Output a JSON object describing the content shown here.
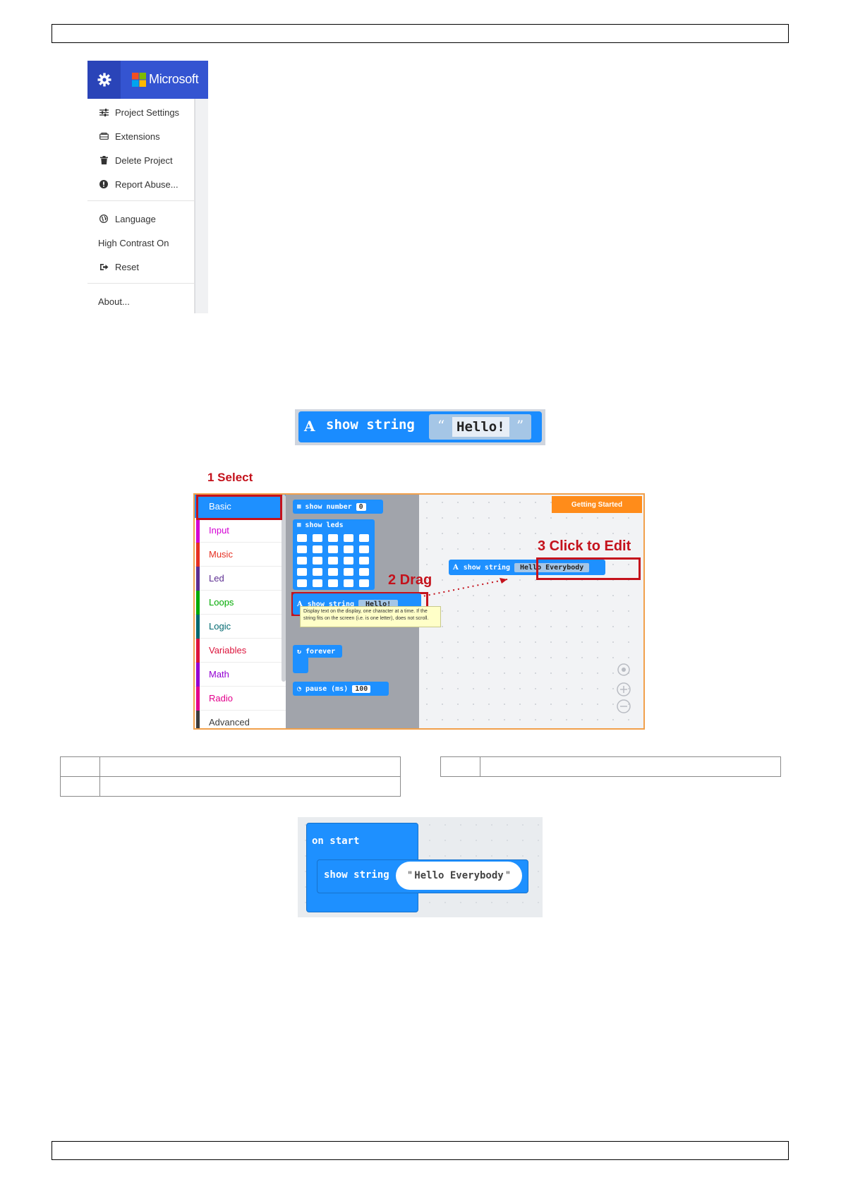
{
  "settings_menu": {
    "brand": "Microsoft",
    "items": [
      {
        "icon": "sliders-icon",
        "label": "Project Settings"
      },
      {
        "icon": "extensions-icon",
        "label": "Extensions"
      },
      {
        "icon": "trash-icon",
        "label": "Delete Project"
      },
      {
        "icon": "alert-icon",
        "label": "Report Abuse..."
      },
      {
        "icon": "globe-icon",
        "label": "Language"
      },
      {
        "icon": "",
        "label": "High Contrast On"
      },
      {
        "icon": "sign-out-icon",
        "label": "Reset"
      },
      {
        "icon": "",
        "label": "About..."
      }
    ]
  },
  "show_string_block": {
    "label": "show string",
    "value": "Hello!"
  },
  "editor": {
    "categories": [
      {
        "label": "Basic",
        "color": "#1e90ff"
      },
      {
        "label": "Input",
        "color": "#d400d4"
      },
      {
        "label": "Music",
        "color": "#e63022"
      },
      {
        "label": "Led",
        "color": "#5c2d91"
      },
      {
        "label": "Loops",
        "color": "#00aa00"
      },
      {
        "label": "Logic",
        "color": "#006970"
      },
      {
        "label": "Variables",
        "color": "#dc143c"
      },
      {
        "label": "Math",
        "color": "#9400d3"
      },
      {
        "label": "Radio",
        "color": "#e3008c"
      },
      {
        "label": "Advanced",
        "color": "#3c3c3c"
      }
    ],
    "flyout": {
      "show_number": "show number",
      "show_number_value": "0",
      "show_leds": "show leds",
      "show_string": "show string",
      "show_string_value": "Hello!",
      "tooltip": "Display text on the display, one character at a time. If the string fits on the screen (i.e. is one letter), does not scroll.",
      "forever": "forever",
      "pause": "pause (ms)",
      "pause_value": "100"
    },
    "workspace": {
      "getting_started": "Getting Started",
      "show_string": "show string",
      "value": "Hello Everybody"
    },
    "annotations": {
      "select": "1 Select",
      "drag": "2 Drag",
      "edit": "3 Click to Edit"
    }
  },
  "on_start_block": {
    "event": "on start",
    "statement": "show string",
    "value": "Hello Everybody"
  }
}
